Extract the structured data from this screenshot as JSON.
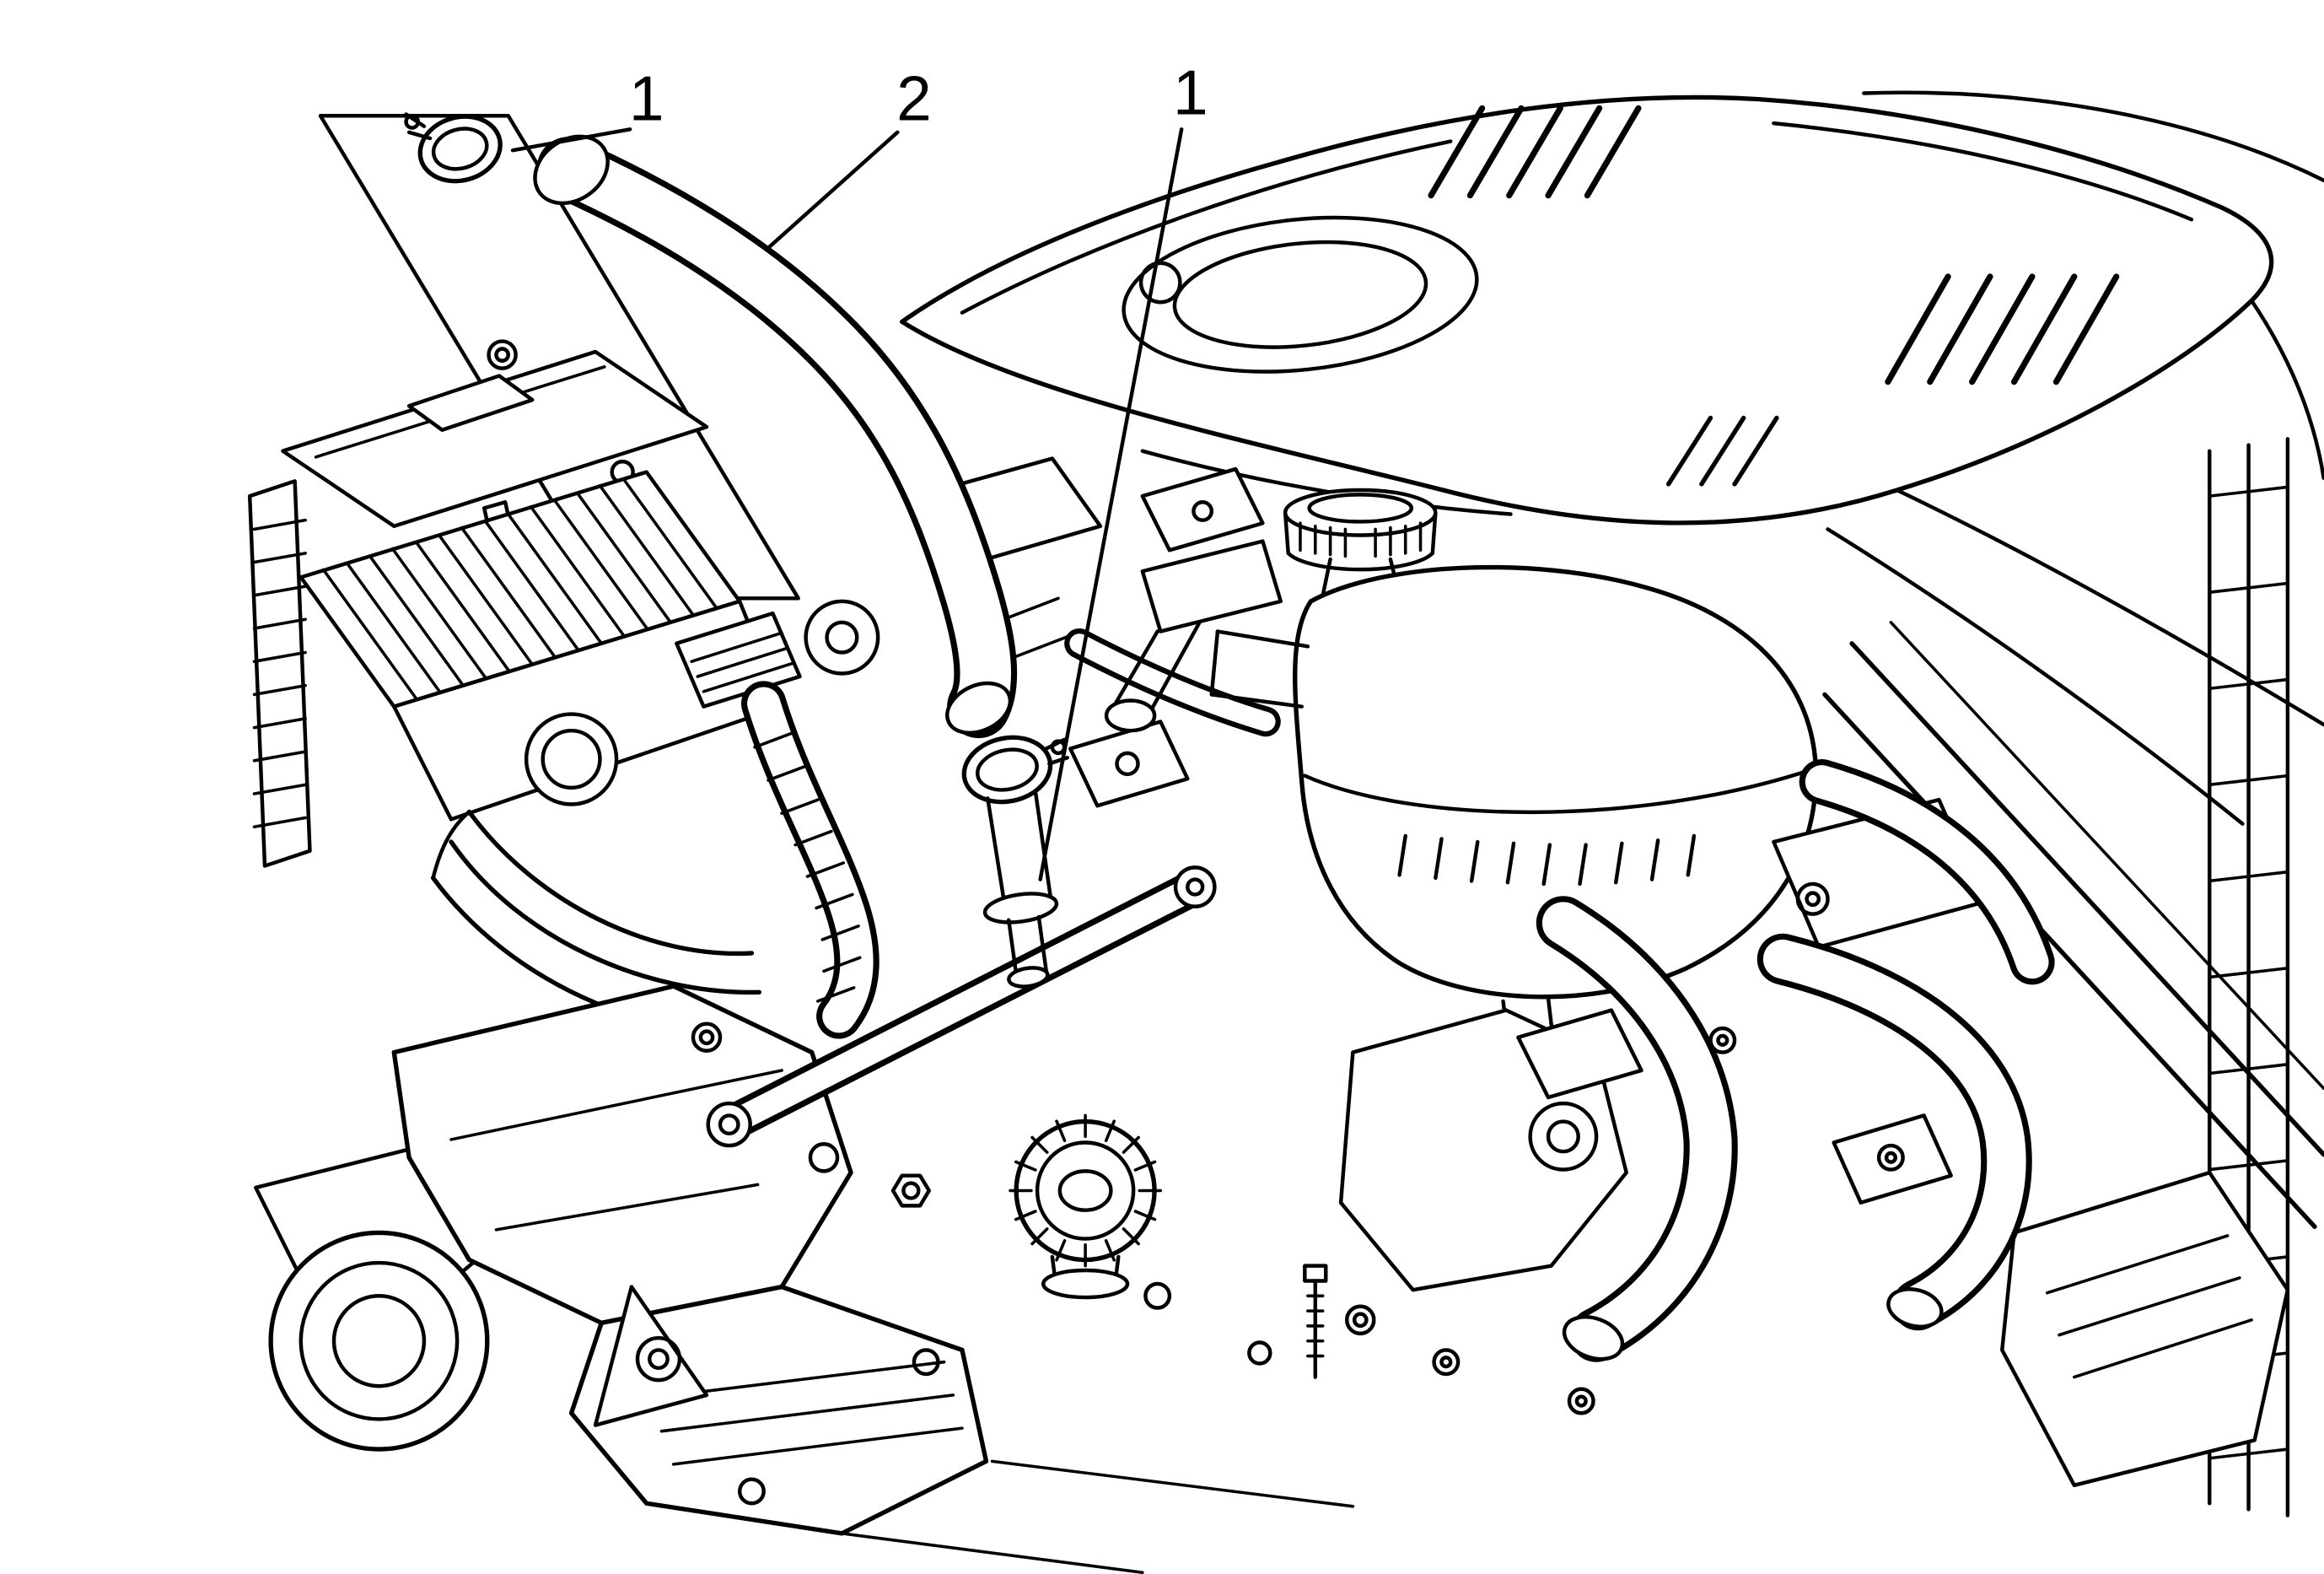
{
  "colors": {
    "paper": "#ffffff",
    "ink": "#000000"
  },
  "callouts": [
    {
      "label": "1"
    },
    {
      "label": "2"
    },
    {
      "label": "1"
    }
  ]
}
